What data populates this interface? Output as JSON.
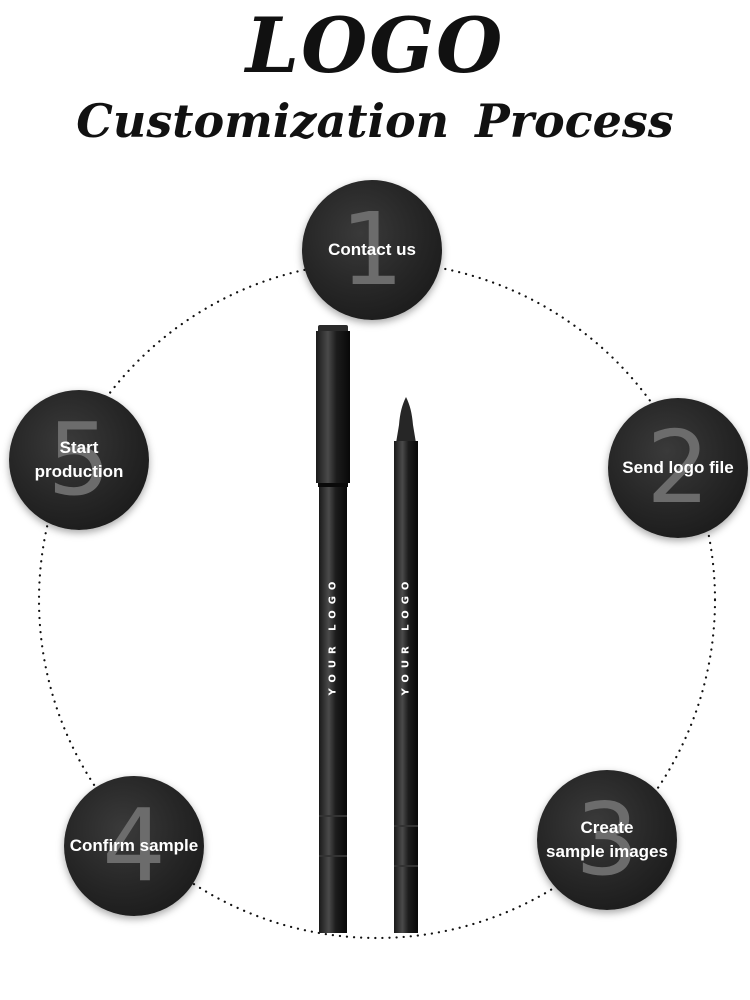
{
  "title": {
    "line1": "LOGO",
    "line2": "Customization Process"
  },
  "steps": [
    {
      "number": "1",
      "label": "Contact us"
    },
    {
      "number": "2",
      "label": "Send logo file"
    },
    {
      "number": "3",
      "label": "Create\nsample images"
    },
    {
      "number": "4",
      "label": "Confirm sample"
    },
    {
      "number": "5",
      "label": "Start\nproduction"
    }
  ],
  "pencil": {
    "imprint_text": "YOUR LOGO"
  },
  "colors": {
    "circle": "#262626",
    "digit": "#6c6c6c",
    "text": "#ffffff",
    "ring": "#111111"
  }
}
